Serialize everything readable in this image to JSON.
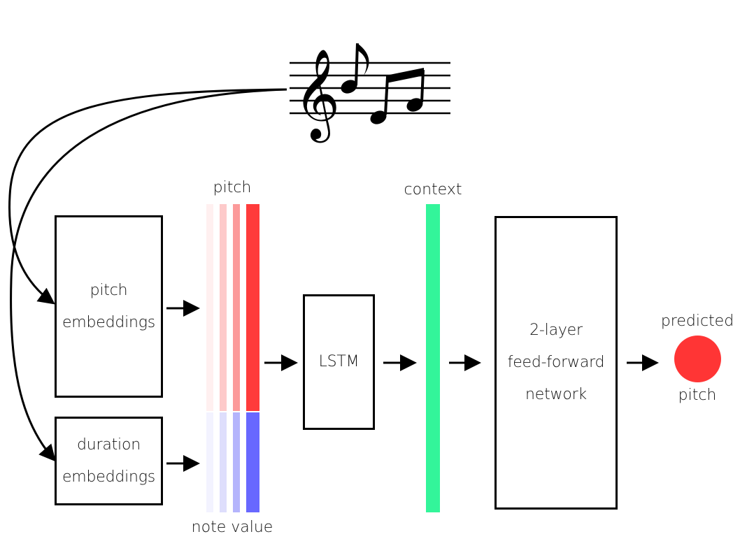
{
  "labels": {
    "pitch_top": "pitch",
    "note_value": "note value",
    "context": "context",
    "predicted": "predicted",
    "pitch_out": "pitch"
  },
  "boxes": {
    "pitch_embeddings": [
      "pitch",
      "embeddings"
    ],
    "duration_embeddings": [
      "duration",
      "embeddings"
    ],
    "lstm": "LSTM",
    "ffn": [
      "2-layer",
      "feed-forward",
      "network"
    ]
  },
  "colors": {
    "pitch_vector": [
      "#fff0f0",
      "#fdcaca",
      "#fc9a9a",
      "#ff3b3b"
    ],
    "duration_vector": [
      "#f3f3ff",
      "#dedefc",
      "#b4b4fc",
      "#6868ff"
    ],
    "context_vector": "#33f59a",
    "predicted_dot": "#ff3535"
  }
}
